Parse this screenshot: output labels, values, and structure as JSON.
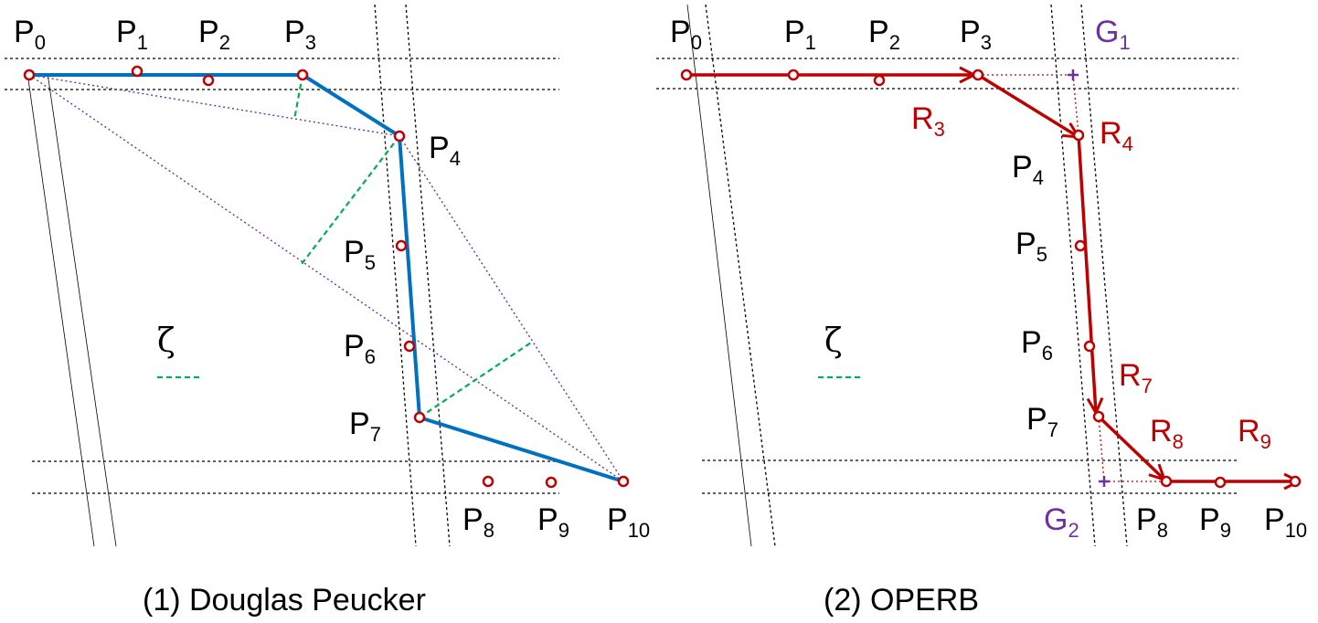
{
  "panels": [
    {
      "caption": "(1) Douglas Peucker",
      "zeta_symbol": "ζ",
      "points": [
        {
          "base": "P",
          "sub": "0"
        },
        {
          "base": "P",
          "sub": "1"
        },
        {
          "base": "P",
          "sub": "2"
        },
        {
          "base": "P",
          "sub": "3"
        },
        {
          "base": "P",
          "sub": "4"
        },
        {
          "base": "P",
          "sub": "5"
        },
        {
          "base": "P",
          "sub": "6"
        },
        {
          "base": "P",
          "sub": "7"
        },
        {
          "base": "P",
          "sub": "8"
        },
        {
          "base": "P",
          "sub": "9"
        },
        {
          "base": "P",
          "sub": "10"
        }
      ]
    },
    {
      "caption": "(2) OPERB",
      "zeta_symbol": "ζ",
      "points": [
        {
          "base": "P",
          "sub": "0"
        },
        {
          "base": "P",
          "sub": "1"
        },
        {
          "base": "P",
          "sub": "2"
        },
        {
          "base": "P",
          "sub": "3"
        },
        {
          "base": "P",
          "sub": "4"
        },
        {
          "base": "P",
          "sub": "5"
        },
        {
          "base": "P",
          "sub": "6"
        },
        {
          "base": "P",
          "sub": "7"
        },
        {
          "base": "P",
          "sub": "8"
        },
        {
          "base": "P",
          "sub": "9"
        },
        {
          "base": "P",
          "sub": "10"
        }
      ],
      "directed_lines": [
        {
          "base": "R",
          "sub": "3"
        },
        {
          "base": "R",
          "sub": "4"
        },
        {
          "base": "R",
          "sub": "7"
        },
        {
          "base": "R",
          "sub": "8"
        },
        {
          "base": "R",
          "sub": "9"
        }
      ],
      "guide_points": [
        {
          "base": "G",
          "sub": "1"
        },
        {
          "base": "G",
          "sub": "2"
        }
      ]
    }
  ],
  "colors": {
    "polyline_dp": "#0070c0",
    "polyline_operb": "#c00000",
    "points": "#c00000",
    "guides": "#7030a0",
    "distance": "#00b050"
  }
}
